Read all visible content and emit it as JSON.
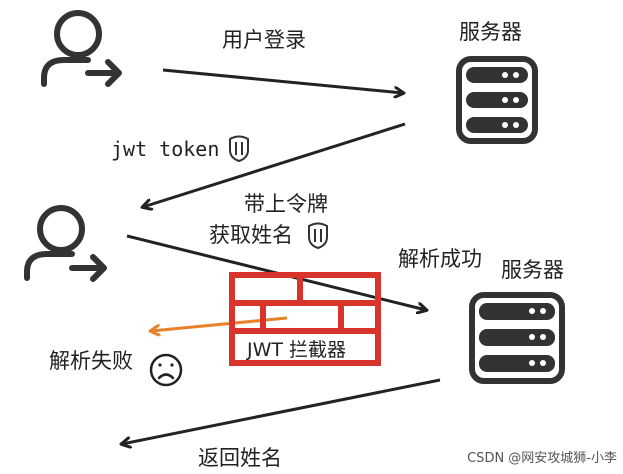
{
  "labels": {
    "login": "用户登录",
    "server_top": "服务器",
    "jwt_token": "jwt token",
    "with_token": "带上令牌",
    "get_name": "获取姓名",
    "parse_success": "解析成功",
    "server_bottom": "服务器",
    "interceptor": "JWT 拦截器",
    "parse_fail": "解析失败",
    "return_name": "返回姓名"
  },
  "watermark": "CSDN @网安攻城狮-小李",
  "colors": {
    "ink": "#222222",
    "firewall": "#d9342b",
    "fail_arrow": "#e8822a"
  }
}
